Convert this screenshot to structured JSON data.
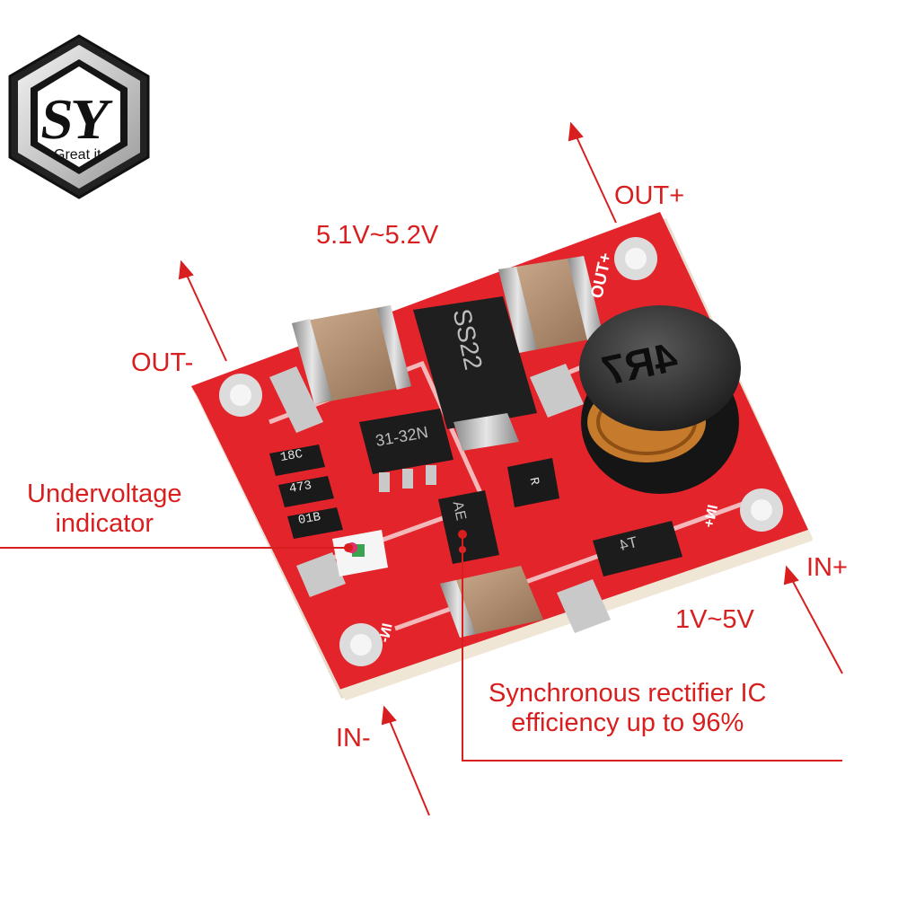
{
  "logo": {
    "mark": "SY",
    "tagline": "Great it"
  },
  "board": {
    "silk_out_plus": "OUT+",
    "silk_in_plus": "IN+",
    "silk_in_minus": "IN-",
    "inductor_marking": "4R7",
    "diode_marking": "SS22",
    "sot_marking": "31-32N",
    "ic_marking": "AE",
    "transistor_marking": "T4",
    "resistors": [
      "18C",
      "473",
      "01B"
    ],
    "resistor_right": "R"
  },
  "annotations": {
    "out_plus": "OUT+",
    "out_voltage": "5.1V~5.2V",
    "out_minus": "OUT-",
    "undervoltage_line1": "Undervoltage",
    "undervoltage_line2": "indicator",
    "in_plus": "IN+",
    "in_voltage": "1V~5V",
    "rectifier_line1": "Synchronous rectifier IC",
    "rectifier_line2": "efficiency up to 96%",
    "in_minus": "IN-"
  },
  "colors": {
    "annotation_red": "#d81e1e",
    "pcb_red": "#e3242b",
    "pcb_edge": "#f2ece0",
    "pad_silver": "#c9c9c9",
    "component_black": "#1c1c1c",
    "capacitor_tan": "#b59276",
    "copper": "#c57a2c"
  }
}
